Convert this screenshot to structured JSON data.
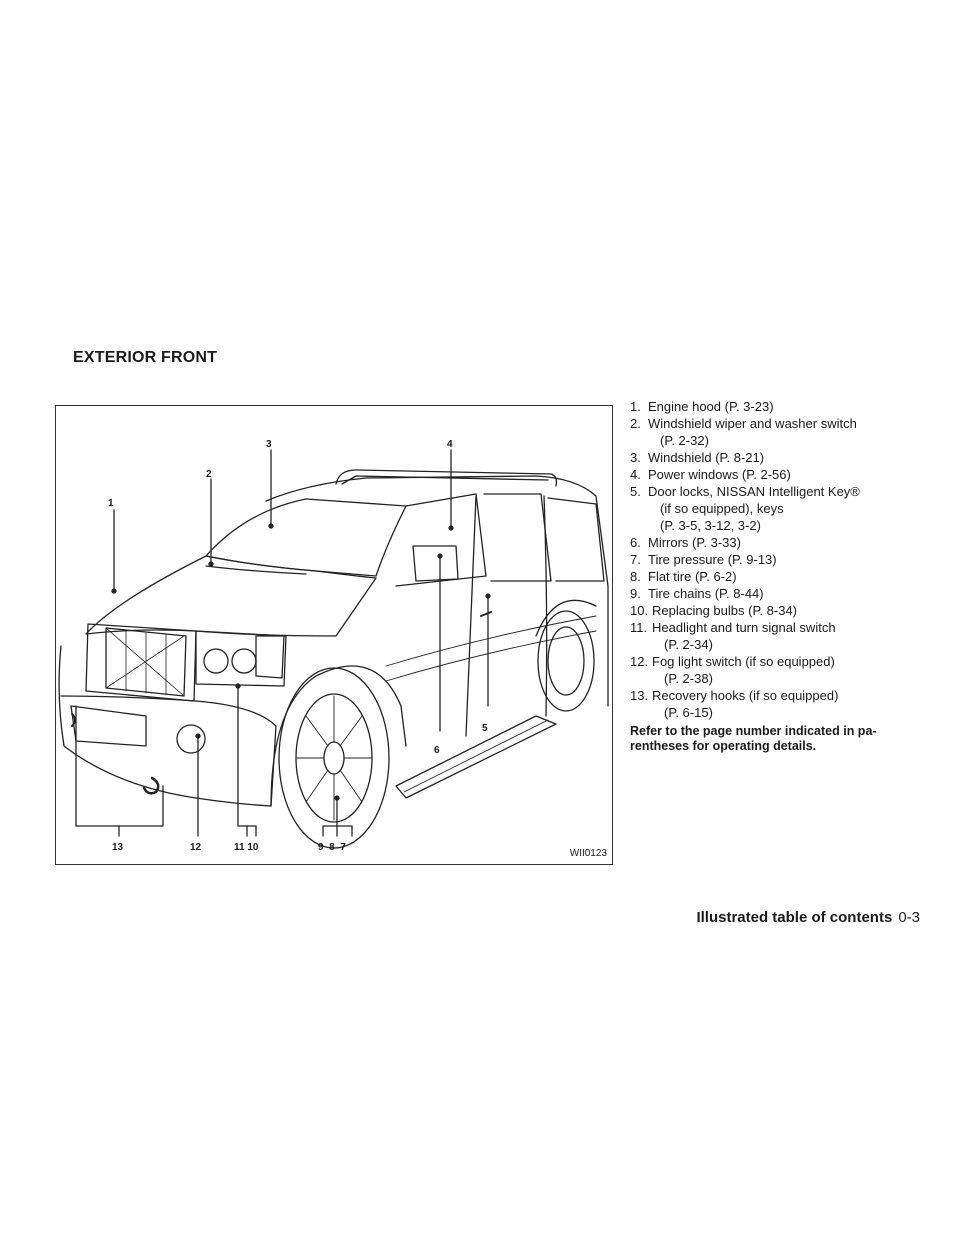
{
  "section_title": "EXTERIOR FRONT",
  "figure": {
    "code": "WII0123",
    "callouts": {
      "c1": "1",
      "c2": "2",
      "c3": "3",
      "c4": "4",
      "c5": "5",
      "c6": "6",
      "c13": "13",
      "c12": "12",
      "c11_10": "11 10",
      "c9_8_7": "9  8  7"
    }
  },
  "legend": {
    "items": [
      {
        "num": "1.",
        "text": "Engine hood (P. 3-23)"
      },
      {
        "num": "2.",
        "text": "Windshield wiper and washer switch",
        "cont1": "(P. 2-32)"
      },
      {
        "num": "3.",
        "text": "Windshield (P. 8-21)"
      },
      {
        "num": "4.",
        "text": "Power windows (P. 2-56)"
      },
      {
        "num": "5.",
        "text": "Door locks, NISSAN Intelligent Key®",
        "cont1": "(if so equipped), keys",
        "cont2": "(P. 3-5, 3-12, 3-2)"
      },
      {
        "num": "6.",
        "text": "Mirrors (P. 3-33)"
      },
      {
        "num": "7.",
        "text": "Tire pressure (P. 9-13)"
      },
      {
        "num": "8.",
        "text": "Flat tire (P. 6-2)"
      },
      {
        "num": "9.",
        "text": "Tire chains (P. 8-44)"
      },
      {
        "num": "10.",
        "text": "Replacing bulbs (P. 8-34)"
      },
      {
        "num": "11.",
        "text": "Headlight and turn signal switch",
        "cont1": "(P. 2-34)"
      },
      {
        "num": "12.",
        "text": "Fog light switch (if so equipped)",
        "cont1": "(P. 2-38)"
      },
      {
        "num": "13.",
        "text": "Recovery hooks (if so equipped)",
        "cont1": "(P. 6-15)"
      }
    ],
    "note": "Refer to the page number indicated in pa-rentheses for operating details."
  },
  "footer": {
    "title": "Illustrated table of contents",
    "page": "0-3"
  }
}
